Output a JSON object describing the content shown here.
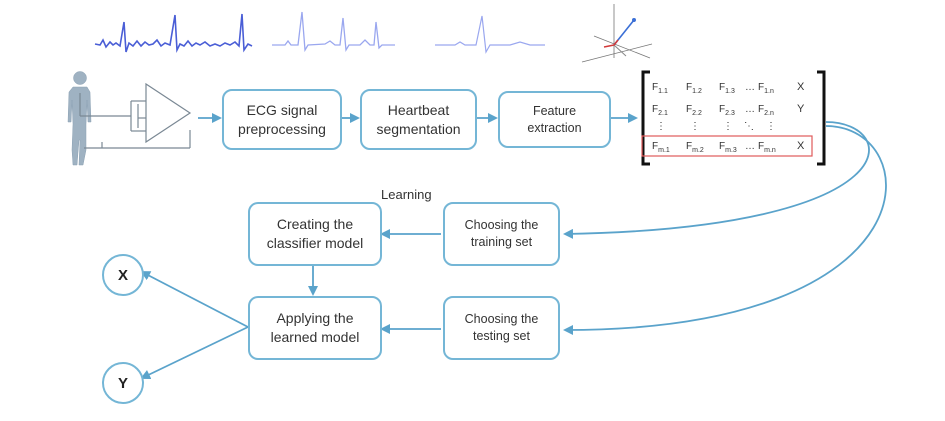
{
  "pipeline": {
    "preprocessing": "ECG signal\npreprocessing",
    "segmentation": "Heartbeat\nsegmentation",
    "extraction": "Feature\nextraction"
  },
  "matrix": {
    "rows": [
      {
        "cells": [
          {
            "m": "1",
            "n": "1"
          },
          {
            "m": "1",
            "n": "2"
          },
          {
            "m": "1",
            "n": "3"
          },
          {
            "m": "1",
            "n": "n"
          }
        ],
        "label": "X"
      },
      {
        "cells": [
          {
            "m": "2",
            "n": "1"
          },
          {
            "m": "2",
            "n": "2"
          },
          {
            "m": "2",
            "n": "3"
          },
          {
            "m": "2",
            "n": "n"
          }
        ],
        "label": "Y"
      },
      {
        "cells": [
          {
            "m": "m",
            "n": "1"
          },
          {
            "m": "m",
            "n": "2"
          },
          {
            "m": "m",
            "n": "3"
          },
          {
            "m": "m",
            "n": "n"
          }
        ],
        "label": "X"
      }
    ],
    "symbol": "F",
    "ellipsis": "…",
    "vdots": "⋮",
    "ddots": "⋱"
  },
  "learning": {
    "label": "Learning",
    "creating": "Creating the\nclassifier model",
    "training": "Choosing the\ntraining set",
    "applying": "Applying the\nlearned model",
    "testing": "Choosing the\ntesting set"
  },
  "outputs": {
    "x": "X",
    "y": "Y"
  },
  "colors": {
    "arrow": "#5aa3cb",
    "box_border": "#74b6d6",
    "highlight": "#e05a5a",
    "signal": "#5b6be0"
  },
  "icons": [
    "human-figure-icon",
    "amplifier-icon",
    "ecg-signal-icon",
    "3d-axes-icon"
  ]
}
